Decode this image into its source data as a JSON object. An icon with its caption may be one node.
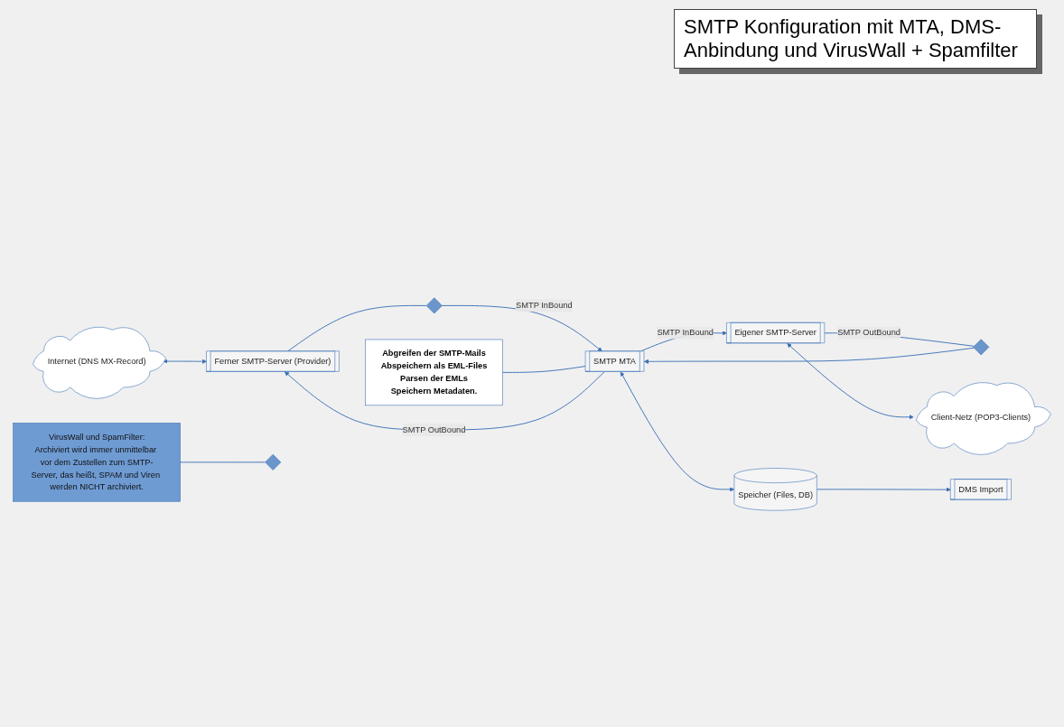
{
  "diagram": {
    "title": "SMTP Konfiguration mit MTA, DMS-Anbindung und VirusWall + Spamfilter",
    "nodes": [
      {
        "text": [
          "Internet (DNS MX-Record)"
        ]
      },
      {
        "text": [
          "Ferner SMTP-Server (Provider)"
        ]
      },
      {
        "text": [
          "SMTP MTA"
        ]
      },
      {
        "text": [
          "Eigener SMTP-Server"
        ]
      },
      {
        "text": [],
        "shape": "diamond"
      },
      {
        "text": [],
        "shape": "diamond"
      },
      {
        "text": [
          "Abgreifen der SMTP-Mails",
          "Abspeichern als EML-Files",
          "Parsen der EMLs",
          "Speichern Metadaten."
        ]
      },
      {
        "text": [
          "Speicher (Files, DB)"
        ]
      },
      {
        "text": [
          "Client-Netz (POP3-Clients)"
        ]
      },
      {
        "text": [
          "DMS Import"
        ]
      },
      {
        "text": [
          "VirusWall und SpamFilter:",
          "Archiviert wird immer unmittelbar vor dem Zustellen zum SMTP-Server, das heißt, SPAM und Viren werden NICHT archiviert."
        ]
      },
      {
        "text": [],
        "shape": "diamond"
      }
    ],
    "edges": [
      {
        "from": 0,
        "to": 1,
        "arrow": "both"
      },
      {
        "from": 2,
        "to": 1,
        "arrow": "to",
        "label": "SMTP OutBound"
      },
      {
        "from": 1,
        "to": 4,
        "arrow": "none"
      },
      {
        "from": 4,
        "to": 2,
        "arrow": "to",
        "label": "SMTP InBound"
      },
      {
        "from": 3,
        "to": 5,
        "arrow": "none",
        "label": "SMTP OutBound"
      },
      {
        "from": 5,
        "to": 2,
        "arrow": "to"
      },
      {
        "from": 2,
        "to": 3,
        "arrow": "to",
        "label": "SMTP InBound"
      },
      {
        "from": 2,
        "to": 7,
        "arrow": "both"
      },
      {
        "from": 7,
        "to": 9,
        "arrow": "to"
      },
      {
        "from": 3,
        "to": 8,
        "arrow": "both"
      },
      {
        "from": 6,
        "to": 2,
        "arrow": "none"
      },
      {
        "from": 10,
        "to": 11,
        "arrow": "none"
      }
    ]
  }
}
